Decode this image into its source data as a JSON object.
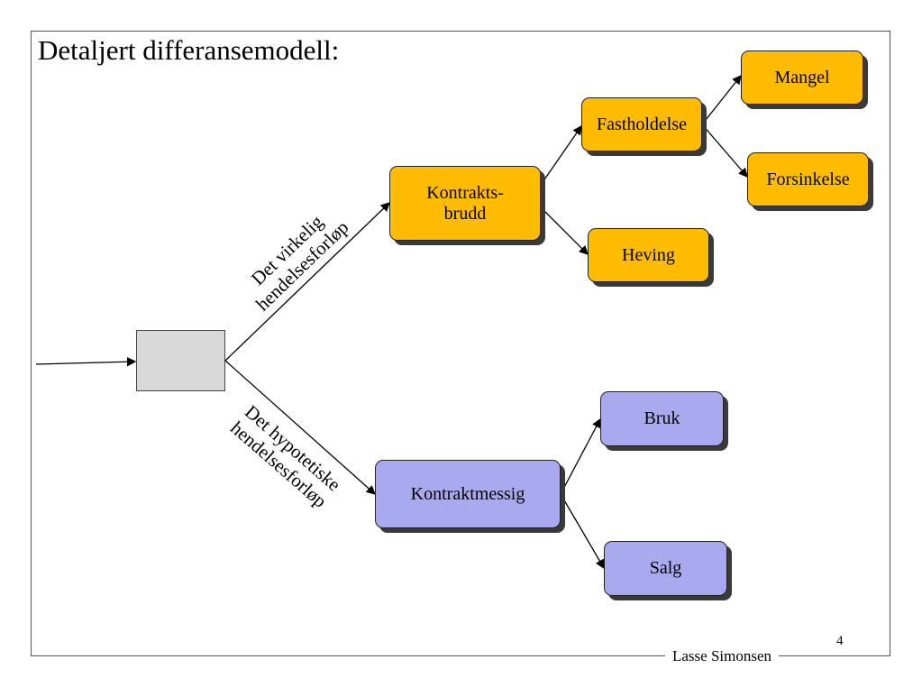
{
  "slide": {
    "title": "Detaljert differansemodell:",
    "page_number": "4",
    "author": "Lasse Simonsen"
  },
  "nodes": {
    "kontraktsbrudd": {
      "line1": "Kontrakts-",
      "line2": "brudd"
    },
    "fastholdelse": "Fastholdelse",
    "heving": "Heving",
    "mangel": "Mangel",
    "forsinkelse": "Forsinkelse",
    "kontraktmessig": "Kontraktmessig",
    "bruk": "Bruk",
    "salg": "Salg"
  },
  "edge_labels": {
    "virkelig": {
      "line1": "Det virkelig",
      "line2": "hendelsesforløp"
    },
    "hypotetiske": {
      "line1": "Det hypotetiske",
      "line2": "hendelsesforløp"
    }
  },
  "colors": {
    "actual_branch": "#ffbc00",
    "hypothetical_branch": "#a9a9ef",
    "start_box": "#d9d9d9"
  }
}
